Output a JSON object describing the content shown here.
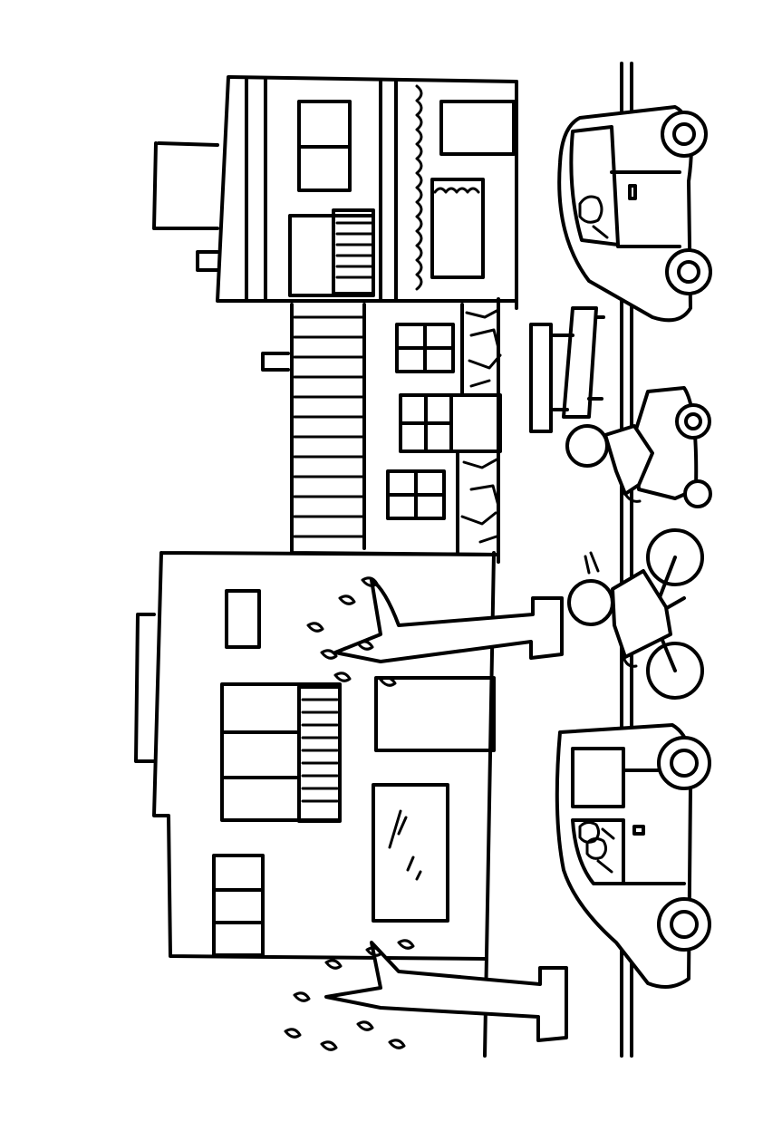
{
  "page": {
    "background": "#ffffff",
    "line_color": "#000000",
    "orientation": "rotated-90-clockwise",
    "style": "coloring-page line drawing"
  },
  "scene": {
    "subject": "street scene",
    "buildings": [
      {
        "id": "building-right",
        "windows": 4,
        "has_balcony": true
      },
      {
        "id": "building-middle",
        "windows": 3,
        "has_stone_base": true,
        "has_striped_roof": true
      },
      {
        "id": "building-left",
        "windows": 5,
        "has_balcony": true
      }
    ],
    "trees": 2,
    "vehicles": [
      "car-with-driver",
      "car-with-passengers",
      "scooter-rider",
      "bicycle-rider"
    ],
    "bench": true
  }
}
